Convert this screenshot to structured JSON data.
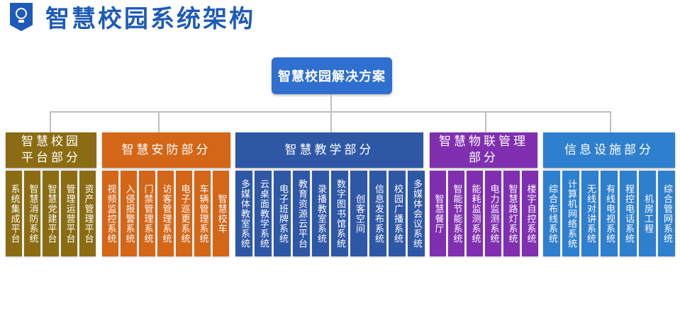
{
  "page_title": "智慧校园系统架构",
  "icon": "lightbulb-icon",
  "root_label": "智慧校园解决方案",
  "colors": {
    "title": "#1e5bb8",
    "root": "#2f6fd0",
    "connector": "#bfbfbf",
    "platform": "#8b6c12",
    "security": "#d46618",
    "teaching": "#2e57a6",
    "iot": "#7f2fb0",
    "infrastructure": "#2f7fcf"
  },
  "categories": [
    {
      "label": "智慧校园平台部分",
      "items": [
        "系统集成平台",
        "智慧消防系统",
        "智慧党建平台",
        "管理运营平台",
        "资产管理平台"
      ]
    },
    {
      "label": "智慧安防部分",
      "items": [
        "视频监控系统",
        "入侵报警系统",
        "门禁管理系统",
        "访客管理系统",
        "电子巡更系统",
        "车辆管理系统",
        "智慧校车"
      ]
    },
    {
      "label": "智慧教学部分",
      "items": [
        "多媒体教室系统",
        "云桌面教学系统",
        "电子班牌系统",
        "教育资源云平台",
        "录播教室系统",
        "数字图书馆系统",
        "创客空间",
        "信息发布系统",
        "校园广播系统",
        "多媒体会议系统"
      ]
    },
    {
      "label": "智慧物联管理部分",
      "items": [
        "智慧餐厅",
        "智能节能系统",
        "能耗监测系统",
        "电力监测系统",
        "智慧路灯系统",
        "楼宇自控系统"
      ]
    },
    {
      "label": "信息设施部分",
      "items": [
        "综合布线系统",
        "计算机网络系统",
        "无线对讲系统",
        "有线电视系统",
        "程控电话系统",
        "机房工程",
        "综合管网系统"
      ]
    }
  ]
}
